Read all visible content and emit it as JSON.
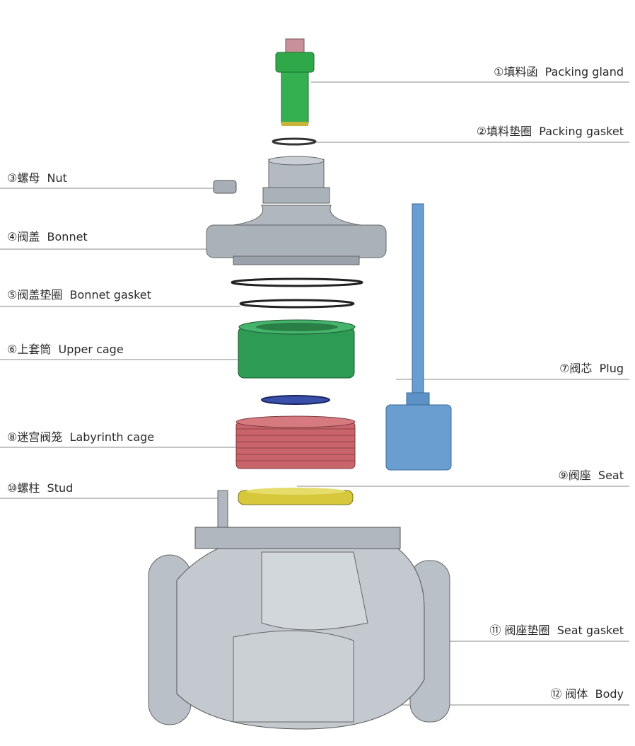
{
  "title": "Labyrinth control valve exploded view",
  "colors": {
    "gland": "#2fa84a",
    "bonnet": "#a9b1b9",
    "cage": "#2e9b55",
    "labyrinth": "#c8646a",
    "plug": "#6a9ed0",
    "seat": "#d6c83a",
    "gasket_blue": "#3a4fa8",
    "body": "#b9c0c7",
    "leader": "#888888"
  },
  "parts": [
    {
      "num": "①",
      "cn": "填料函",
      "en": "Packing gland",
      "side": "right"
    },
    {
      "num": "②",
      "cn": "填料垫圈",
      "en": "Packing gasket",
      "side": "right"
    },
    {
      "num": "③",
      "cn": "螺母",
      "en": "Nut",
      "side": "left"
    },
    {
      "num": "④",
      "cn": "阀盖",
      "en": "Bonnet",
      "side": "left"
    },
    {
      "num": "⑤",
      "cn": "阀盖垫圈",
      "en": "Bonnet gasket",
      "side": "left"
    },
    {
      "num": "⑥",
      "cn": "上套筒",
      "en": "Upper cage",
      "side": "left"
    },
    {
      "num": "⑦",
      "cn": "阀芯",
      "en": "Plug",
      "side": "right"
    },
    {
      "num": "⑧",
      "cn": "迷宫阀笼",
      "en": "Labyrinth cage",
      "side": "left"
    },
    {
      "num": "⑨",
      "cn": "阀座",
      "en": "Seat",
      "side": "right"
    },
    {
      "num": "⑩",
      "cn": "螺柱",
      "en": "Stud",
      "side": "left"
    },
    {
      "num": "⑪",
      "cn": "阀座垫圈",
      "en": "Seat gasket",
      "side": "right"
    },
    {
      "num": "⑫",
      "cn": "阀体",
      "en": "Body",
      "side": "right"
    }
  ]
}
